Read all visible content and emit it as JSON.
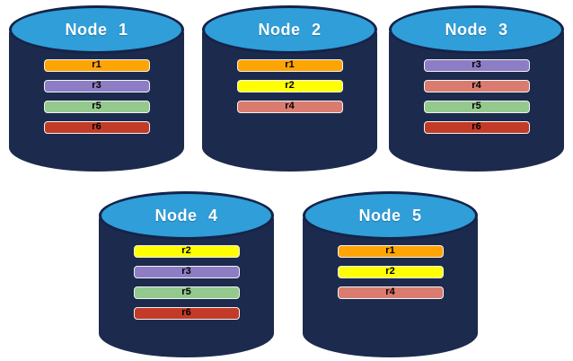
{
  "background_color": "#FFFFFF",
  "node_style": {
    "body_color": "#1C2A4D",
    "top_color": "#2F9ED9",
    "top_border_color": "#152348",
    "label_color": "#FFFFFF",
    "bar_text_color": "#000000",
    "bar_border_color": "#F2F2F2"
  },
  "replica_colors": {
    "r1": "#FFA405",
    "r2": "#FFFF00",
    "r3": "#8C7DC4",
    "r4": "#D97B6E",
    "r5": "#93C98C",
    "r6": "#C23B27"
  },
  "nodes": [
    {
      "label": "Node 1",
      "replicas": [
        "r1",
        "r3",
        "r5",
        "r6"
      ]
    },
    {
      "label": "Node 2",
      "replicas": [
        "r1",
        "r2",
        "r4"
      ]
    },
    {
      "label": "Node 3",
      "replicas": [
        "r3",
        "r4",
        "r5",
        "r6"
      ]
    },
    {
      "label": "Node 4",
      "replicas": [
        "r2",
        "r3",
        "r5",
        "r6"
      ]
    },
    {
      "label": "Node 5",
      "replicas": [
        "r1",
        "r2",
        "r4"
      ]
    }
  ]
}
